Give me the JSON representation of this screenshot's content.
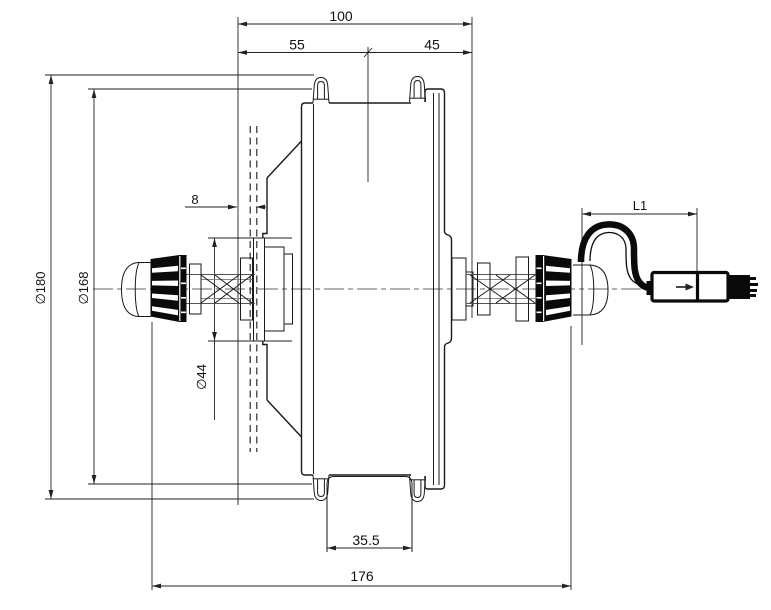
{
  "drawing": {
    "type": "engineering-dimension-drawing",
    "subject": "hub-motor-side-section-view",
    "background_color": "#ffffff",
    "line_color": "#1a1a1a",
    "thin_line_color": "#8a8a8a",
    "dimensions": {
      "top_overall": {
        "label": "100"
      },
      "top_left_span": {
        "label": "55"
      },
      "top_right_span": {
        "label": "45"
      },
      "disc_offset": {
        "label": "8"
      },
      "outer_diameter": {
        "label": "∅180"
      },
      "shell_diameter": {
        "label": "∅168"
      },
      "boss_diameter": {
        "label": "∅44"
      },
      "rim_center_width": {
        "label": "35.5"
      },
      "axle_overall_length": {
        "label": "176"
      },
      "cable_length": {
        "label": "L1"
      }
    }
  }
}
